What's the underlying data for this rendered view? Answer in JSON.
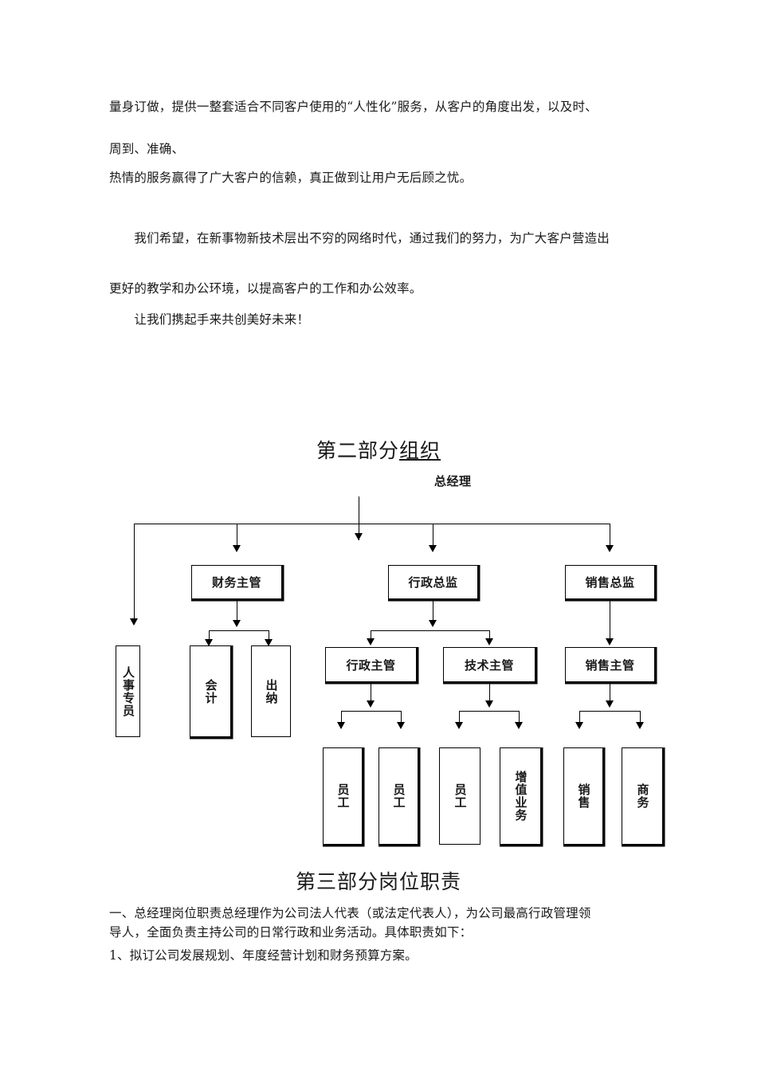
{
  "document": {
    "paragraphs": [
      "量身订做，提供一整套适合不同客户使用的“人性化”服务，从客户的角度出发，以及时、",
      "周到、准确、",
      "热情的服务赢得了广大客户的信赖，真正做到让用户无后顾之忧。",
      "　　我们希望，在新事物新技术层出不穷的网络时代，通过我们的努力，为广大客户营造出",
      "更好的教学和办公环境，以提高客户的工作和办公效率。",
      "　　让我们携起手来共创美好未来！"
    ],
    "heading_part2": {
      "prefix": "第二部分",
      "underlined": "组织"
    },
    "heading_part3": "第三部分岗位职责",
    "closing_paragraphs": [
      "一、总经理岗位职责总经理作为公司法人代表（或法定代表人），为公司最高行政管理领",
      "导人，全面负责主持公司的日常行政和业务活动。具体职责如下：",
      "1、拟订公司发展规划、年度经营计划和财务预算方案。"
    ]
  },
  "org_chart": {
    "root": "总经理",
    "level1": [
      {
        "id": "finance-director",
        "label": "财务主管"
      },
      {
        "id": "admin-director",
        "label": "行政总监"
      },
      {
        "id": "sales-director",
        "label": "销售总监"
      }
    ],
    "level2": [
      {
        "id": "admin-supervisor",
        "label": "行政主管"
      },
      {
        "id": "tech-supervisor",
        "label": "技术主管"
      },
      {
        "id": "sales-supervisor",
        "label": "销售主管"
      }
    ],
    "leaves": [
      {
        "id": "hr-specialist",
        "label": "人事专员"
      },
      {
        "id": "accountant",
        "label": "会计"
      },
      {
        "id": "cashier",
        "label": "出纳"
      },
      {
        "id": "staff-1",
        "label": "员工"
      },
      {
        "id": "staff-2",
        "label": "员工"
      },
      {
        "id": "staff-3",
        "label": "员工"
      },
      {
        "id": "value-added-business",
        "label": "增值业务"
      },
      {
        "id": "sales-staff",
        "label": "销售"
      },
      {
        "id": "business-staff",
        "label": "商务"
      }
    ]
  },
  "colors": {
    "text": "#1a1a1a",
    "line": "#000000",
    "page_background": "#ffffff"
  }
}
